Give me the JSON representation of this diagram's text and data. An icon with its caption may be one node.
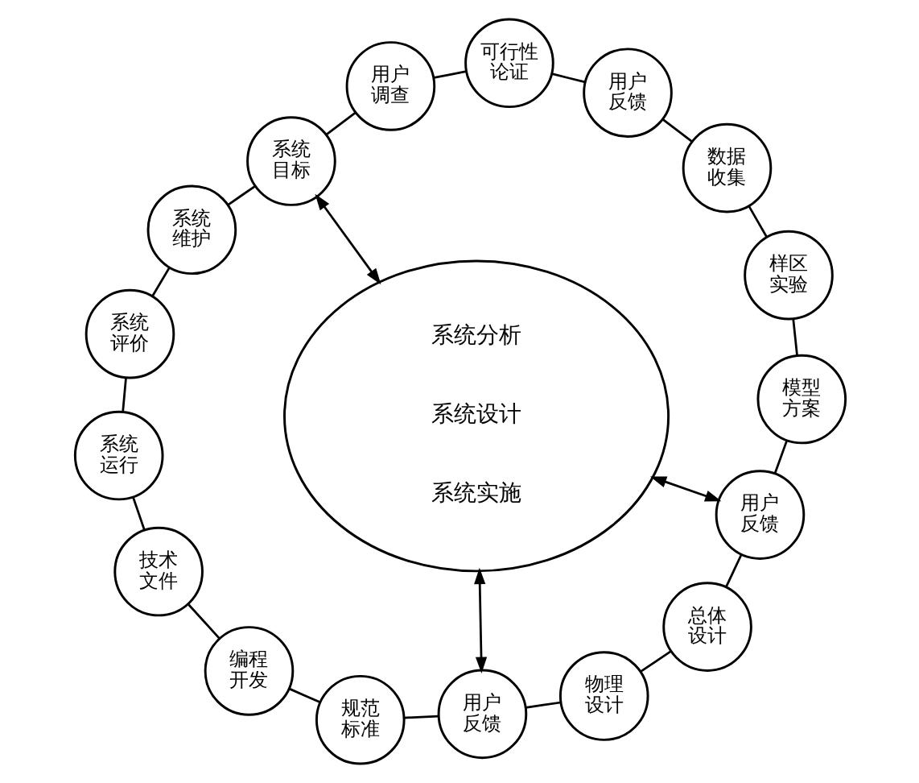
{
  "diagram": {
    "nodes": [
      {
        "text": [
          "系统目标"
        ]
      },
      {
        "text": [
          "用户调查"
        ]
      },
      {
        "text": [
          "可行性论证"
        ]
      },
      {
        "text": [
          "用户反馈"
        ]
      },
      {
        "text": [
          "数据收集"
        ]
      },
      {
        "text": [
          "样区实验"
        ]
      },
      {
        "text": [
          "模型方案"
        ]
      },
      {
        "text": [
          "用户反馈"
        ]
      },
      {
        "text": [
          "总体设计"
        ]
      },
      {
        "text": [
          "物理设计"
        ]
      },
      {
        "text": [
          "用户反馈"
        ]
      },
      {
        "text": [
          "规范标准"
        ]
      },
      {
        "text": [
          "编程开发"
        ]
      },
      {
        "text": [
          "技术文件"
        ]
      },
      {
        "text": [
          "系统运行"
        ]
      },
      {
        "text": [
          "系统评价"
        ]
      },
      {
        "text": [
          "系统维护"
        ]
      },
      {
        "text": [
          "系统分析",
          "系统设计",
          "系统实施"
        ]
      }
    ],
    "edges": [
      {
        "from": 0,
        "to": 1,
        "arrow": "none"
      },
      {
        "from": 1,
        "to": 2,
        "arrow": "none"
      },
      {
        "from": 2,
        "to": 3,
        "arrow": "none"
      },
      {
        "from": 3,
        "to": 4,
        "arrow": "none"
      },
      {
        "from": 4,
        "to": 5,
        "arrow": "none"
      },
      {
        "from": 5,
        "to": 6,
        "arrow": "none"
      },
      {
        "from": 6,
        "to": 7,
        "arrow": "none"
      },
      {
        "from": 7,
        "to": 8,
        "arrow": "none"
      },
      {
        "from": 8,
        "to": 9,
        "arrow": "none"
      },
      {
        "from": 9,
        "to": 10,
        "arrow": "none"
      },
      {
        "from": 10,
        "to": 11,
        "arrow": "none"
      },
      {
        "from": 11,
        "to": 12,
        "arrow": "none"
      },
      {
        "from": 12,
        "to": 13,
        "arrow": "none"
      },
      {
        "from": 13,
        "to": 14,
        "arrow": "none"
      },
      {
        "from": 14,
        "to": 15,
        "arrow": "none"
      },
      {
        "from": 15,
        "to": 16,
        "arrow": "none"
      },
      {
        "from": 16,
        "to": 0,
        "arrow": "none"
      },
      {
        "from": 0,
        "to": 17,
        "arrow": "both"
      },
      {
        "from": 7,
        "to": 17,
        "arrow": "both"
      },
      {
        "from": 10,
        "to": 17,
        "arrow": "both"
      }
    ]
  }
}
